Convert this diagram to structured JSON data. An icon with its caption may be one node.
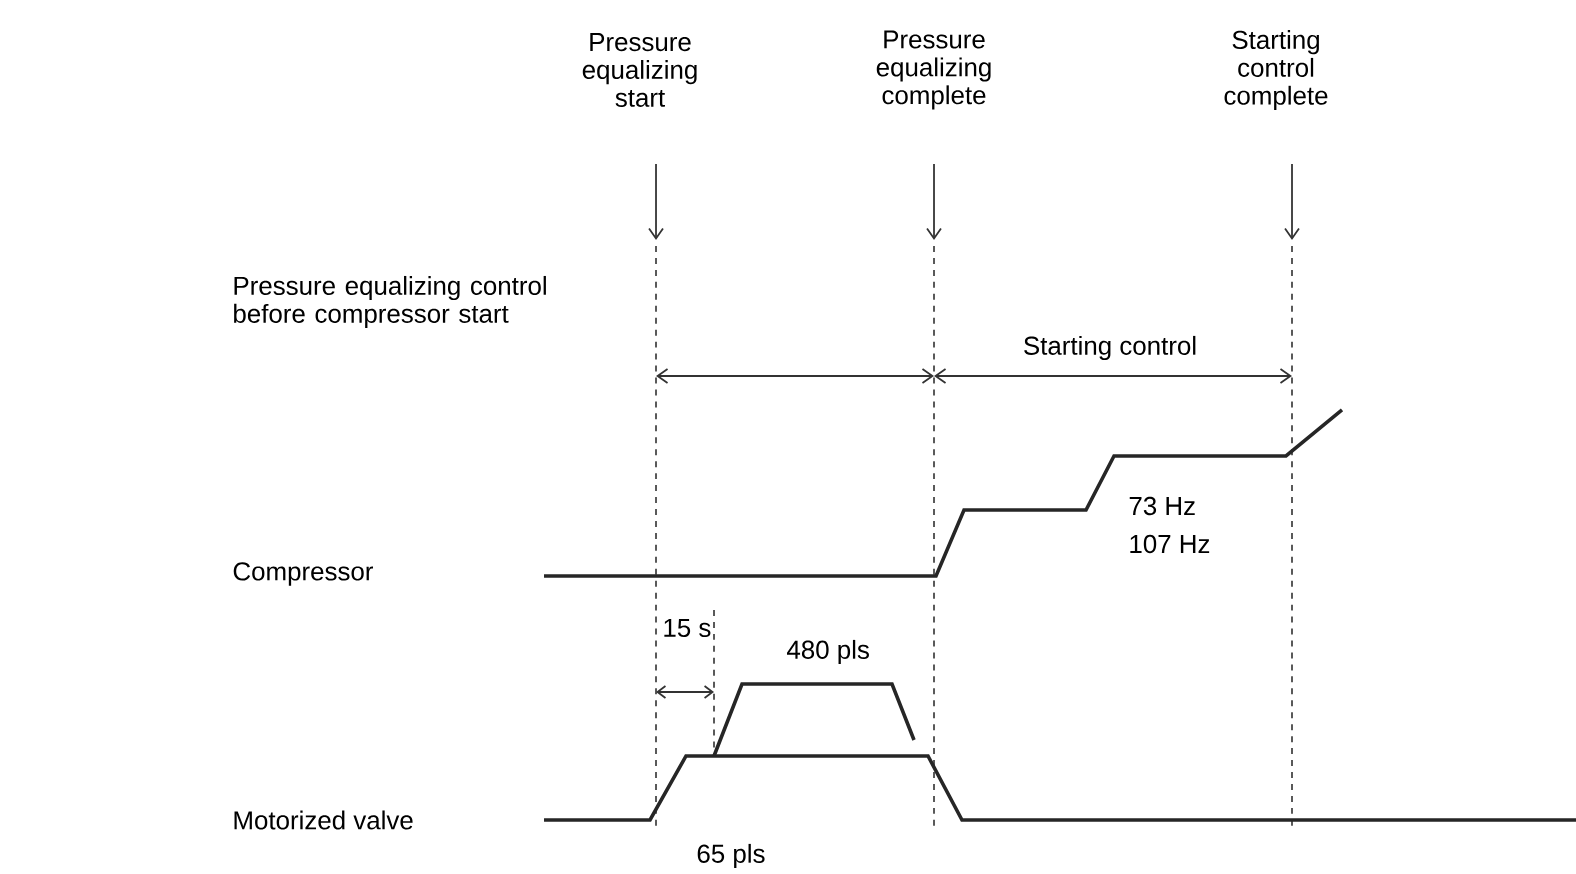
{
  "diagram": {
    "labels": [
      "Pressure equalizing start",
      "Pressure equalizing complete",
      "Starting control complete",
      "Pressure equalizing control before compressor start",
      "Starting control",
      "73 Hz",
      "107 Hz",
      "Compressor",
      "15 s",
      "480 pls",
      "Motorized valve",
      "65 pls"
    ]
  }
}
